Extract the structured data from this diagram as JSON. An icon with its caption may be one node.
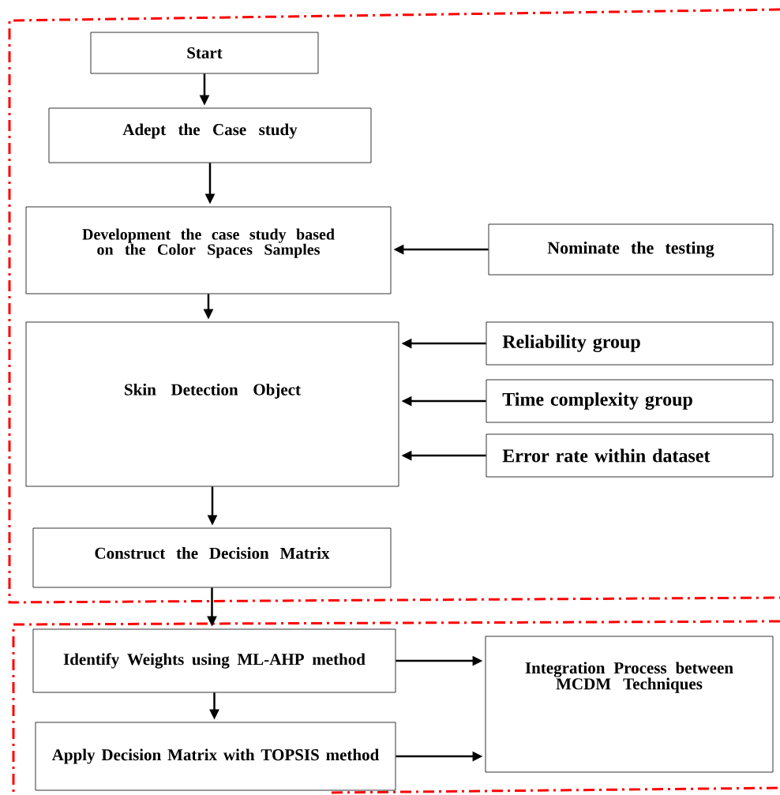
{
  "diagram": {
    "nodes": [
      {
        "text": [
          "Start"
        ]
      },
      {
        "text": [
          "Adept the Case study"
        ]
      },
      {
        "text": [
          "Development the case study based on the Color Spaces Samples"
        ]
      },
      {
        "text": [
          "Nominate the testing"
        ]
      },
      {
        "text": [
          "Skin Detection Object"
        ]
      },
      {
        "text": [
          "Reliability group"
        ]
      },
      {
        "text": [
          "Time complexity group"
        ]
      },
      {
        "text": [
          "Error rate within dataset"
        ]
      },
      {
        "text": [
          "Construct the Decision Matrix"
        ]
      },
      {
        "text": [
          "Identify Weights using ML-AHP method"
        ]
      },
      {
        "text": [
          "Apply Decision Matrix with TOPSIS method"
        ]
      },
      {
        "text": [
          "Integration Process between MCDM Techniques"
        ]
      }
    ],
    "edges": [
      {
        "from": 0,
        "to": 1,
        "arrow": "to"
      },
      {
        "from": 1,
        "to": 2,
        "arrow": "to"
      },
      {
        "from": 3,
        "to": 2,
        "arrow": "to"
      },
      {
        "from": 2,
        "to": 4,
        "arrow": "to"
      },
      {
        "from": 5,
        "to": 4,
        "arrow": "to"
      },
      {
        "from": 6,
        "to": 4,
        "arrow": "to"
      },
      {
        "from": 7,
        "to": 4,
        "arrow": "to"
      },
      {
        "from": 4,
        "to": 8,
        "arrow": "to"
      },
      {
        "from": 8,
        "to": 9,
        "arrow": "to"
      },
      {
        "from": 9,
        "to": 11,
        "arrow": "to"
      },
      {
        "from": 9,
        "to": 10,
        "arrow": "to"
      },
      {
        "from": 10,
        "to": 11,
        "arrow": "to"
      }
    ]
  }
}
